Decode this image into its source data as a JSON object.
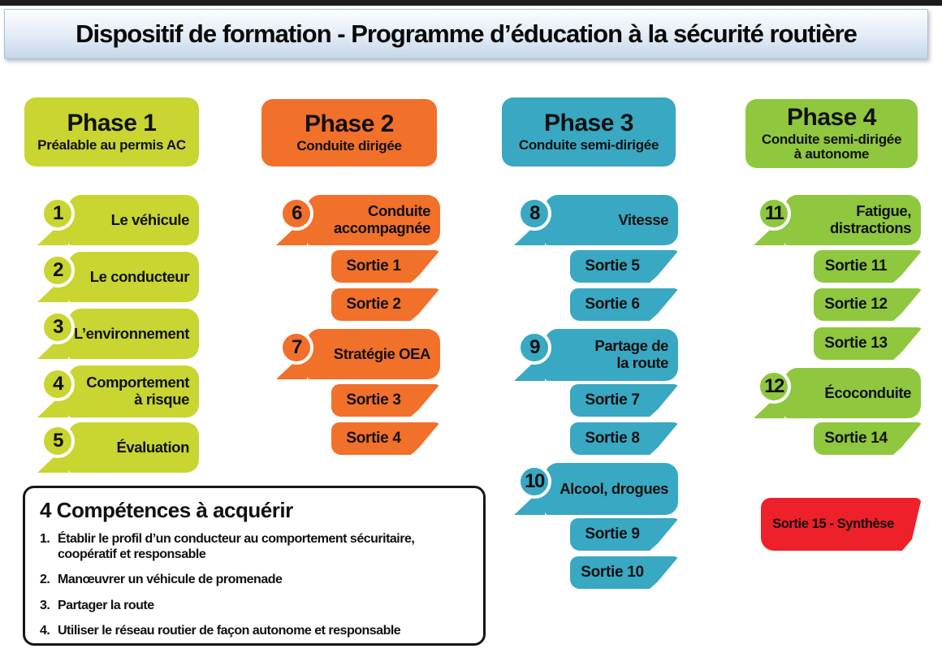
{
  "title_bar": {
    "text": "Dispositif de formation - Programme d’éducation à la sécurité routière"
  },
  "phases": [
    {
      "name": "Phase 1",
      "subtitle": "Préalable au permis AC",
      "color": "#c9d530",
      "modules": [
        {
          "number": "1",
          "label": "Le véhicule"
        },
        {
          "number": "2",
          "label": "Le conducteur"
        },
        {
          "number": "3",
          "label": "L’environnement"
        },
        {
          "number": "4",
          "label": "Comportement\nà risque"
        },
        {
          "number": "5",
          "label": "Évaluation"
        }
      ],
      "sorties": []
    },
    {
      "name": "Phase 2",
      "subtitle": "Conduite dirigée",
      "color": "#f1702a",
      "modules": [
        {
          "number": "6",
          "label": "Conduite\naccompagnée"
        },
        {
          "number": "7",
          "label": "Stratégie OEA"
        }
      ],
      "sorties": [
        "Sortie 1",
        "Sortie 2",
        "Sortie 3",
        "Sortie 4"
      ]
    },
    {
      "name": "Phase 3",
      "subtitle": "Conduite semi-dirigée",
      "color": "#39a8c2",
      "modules": [
        {
          "number": "8",
          "label": "Vitesse"
        },
        {
          "number": "9",
          "label": "Partage de\nla route"
        },
        {
          "number": "10",
          "label": "Alcool, drogues"
        }
      ],
      "sorties": [
        "Sortie 5",
        "Sortie 6",
        "Sortie 7",
        "Sortie 8",
        "Sortie 9",
        "Sortie 10"
      ]
    },
    {
      "name": "Phase 4",
      "subtitle": "Conduite semi-dirigée\nà autonome",
      "color": "#8fc73e",
      "modules": [
        {
          "number": "11",
          "label": "Fatigue,\ndistractions"
        },
        {
          "number": "12",
          "label": "Écoconduite"
        }
      ],
      "sorties": [
        "Sortie 11",
        "Sortie 12",
        "Sortie 13",
        "Sortie 14"
      ]
    }
  ],
  "synthesis": {
    "label": "Sortie 15 - Synthèse",
    "color": "#ee2029"
  },
  "competences": {
    "title": "4 Compétences à acquérir",
    "items": [
      {
        "num": "1.",
        "text": "Établir le profil d’un conducteur au comportement sécuritaire,\ncoopératif et responsable"
      },
      {
        "num": "2.",
        "text": "Manœuvrer un véhicule de promenade"
      },
      {
        "num": "3.",
        "text": "Partager la route"
      },
      {
        "num": "4.",
        "text": "Utiliser le réseau routier de façon autonome et responsable"
      }
    ]
  }
}
